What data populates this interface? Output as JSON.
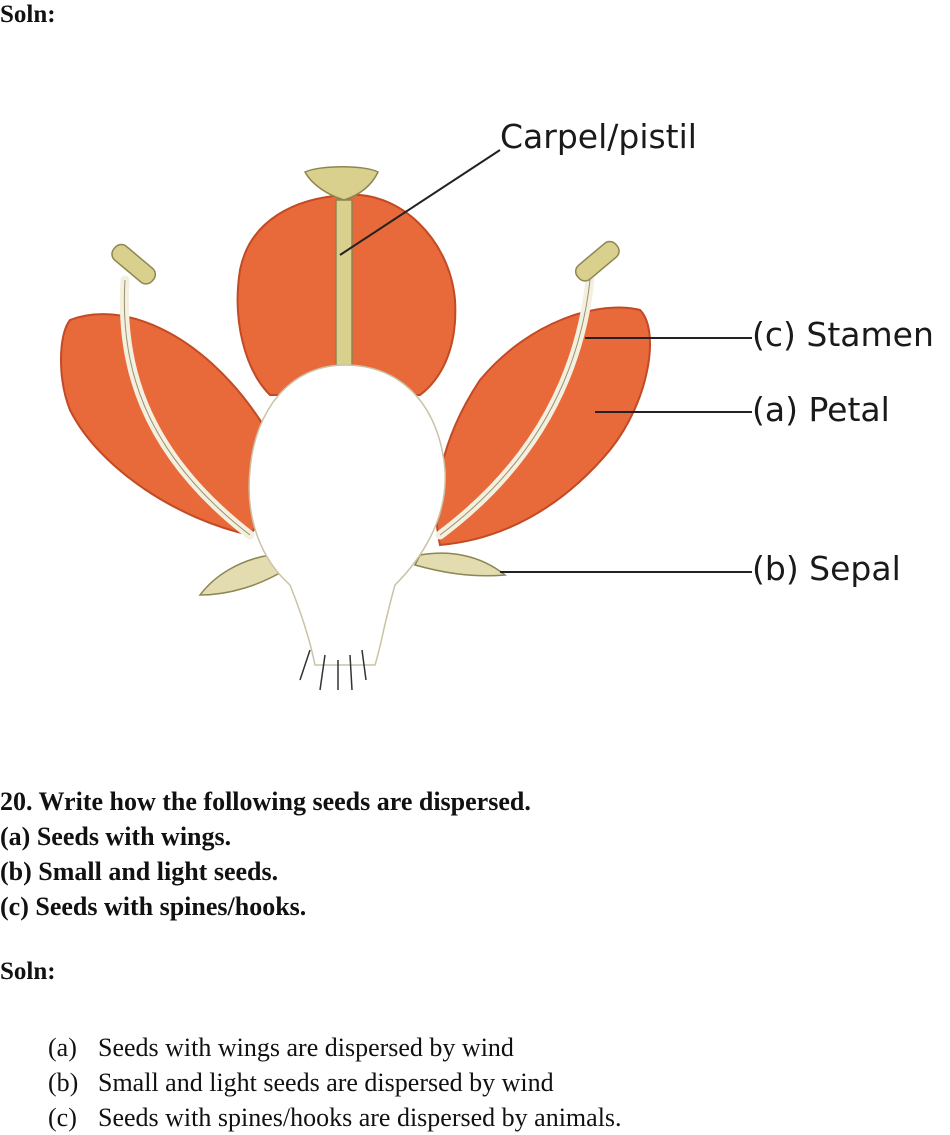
{
  "header": {
    "soln_label": "Soln:"
  },
  "diagram": {
    "labels": {
      "carpel": "Carpel/pistil",
      "stamen": "(c) Stamen",
      "petal": "(a) Petal",
      "sepal": "(b) Sepal"
    },
    "colors": {
      "petal": "#e8693a",
      "petal_edge": "#c24a24",
      "receptacle": "#ffffff",
      "pistil": "#d8d08c",
      "sepal": "#e2dcb0"
    }
  },
  "question": {
    "title": "20. Write how the following seeds are dispersed.",
    "items": [
      "(a) Seeds with wings.",
      "(b) Small and light seeds.",
      "(c) Seeds with spines/hooks."
    ]
  },
  "answer": {
    "soln_label": "Soln:",
    "items": [
      {
        "marker": "(a)",
        "text": "Seeds with wings are dispersed by wind"
      },
      {
        "marker": "(b)",
        "text": "Small and light seeds are dispersed by wind"
      },
      {
        "marker": "(c)",
        "text": "Seeds with spines/hooks are dispersed by animals."
      }
    ]
  }
}
